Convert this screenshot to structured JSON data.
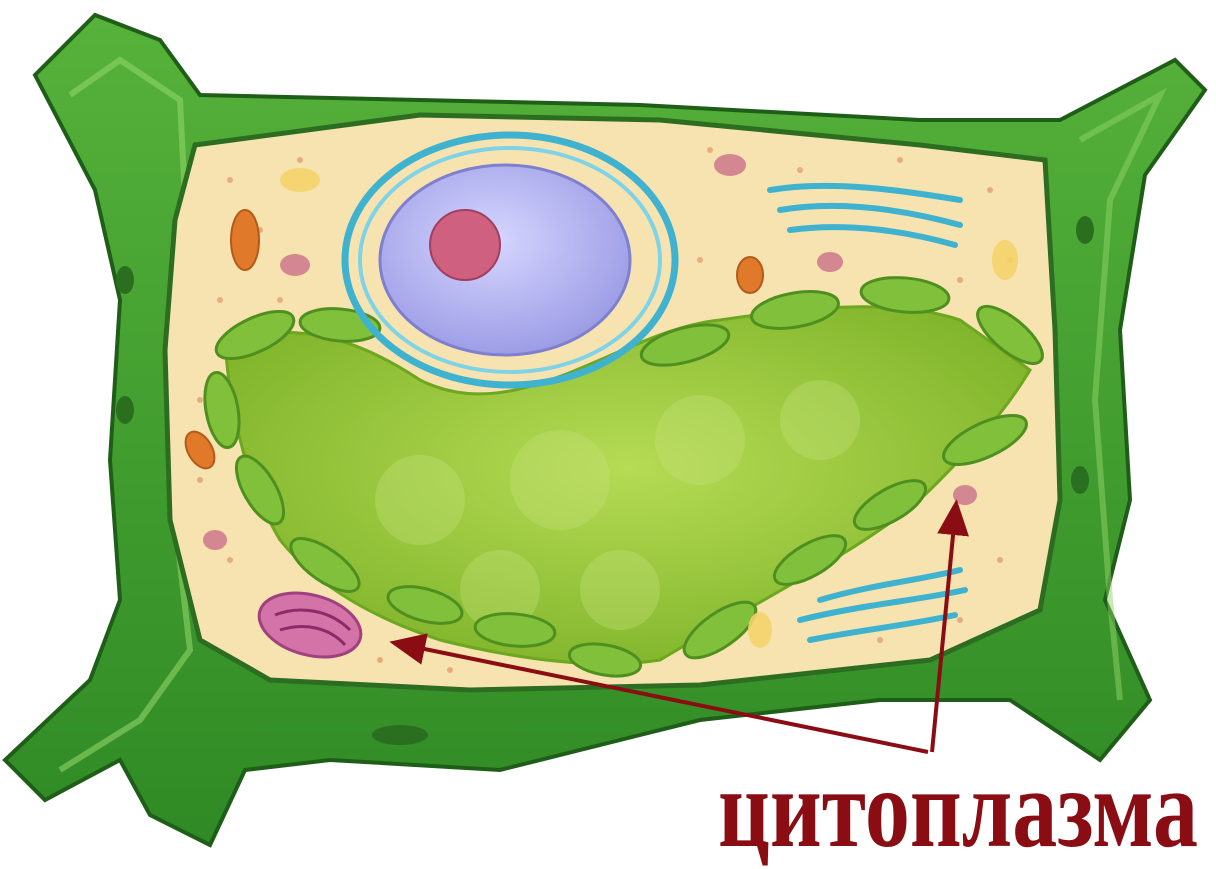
{
  "diagram": {
    "label": "цитоплазма",
    "colors": {
      "cell_wall": "#3f9a2e",
      "cell_wall_dark": "#2a7a22",
      "cytoplasm": "#f7e3b0",
      "vacuole": "#9ccc3a",
      "chloroplast": "#7fbf3a",
      "nucleus": "#b9b9f2",
      "nucleolus": "#d06080",
      "er": "#3fb2cf",
      "mitochondrion": "#e07a2a",
      "golgi": "#c0508a",
      "label": "#8b0d14"
    },
    "parts": [
      "cell-wall",
      "cytoplasm",
      "vacuole",
      "nucleus",
      "endoplasmic-reticulum",
      "chloroplasts",
      "mitochondria",
      "golgi-apparatus"
    ]
  }
}
